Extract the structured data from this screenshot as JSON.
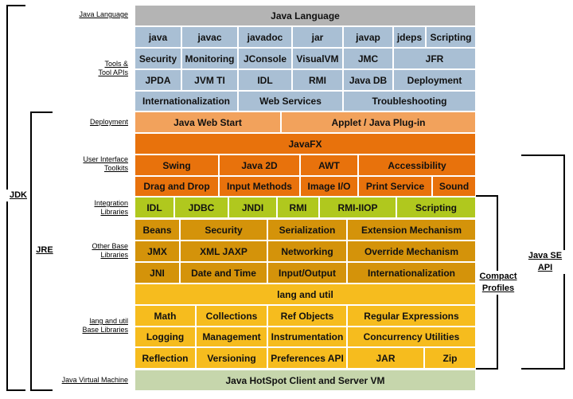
{
  "labels": {
    "java_language": "Java Language",
    "tools": [
      "Tools &",
      "Tool APIs"
    ],
    "deployment": "Deployment",
    "ui_toolkits": [
      "User Interface",
      "Toolkits"
    ],
    "integration": [
      "Integration",
      "Libraries"
    ],
    "other_base": [
      "Other Base",
      "Libraries"
    ],
    "lang_util_base": [
      "lang and util",
      "Base Libraries"
    ],
    "jvm": "Java Virtual Machine"
  },
  "brackets": {
    "jdk": "JDK",
    "jre": "JRE",
    "compact": [
      "Compact",
      "Profiles"
    ],
    "javase": [
      "Java SE",
      "API"
    ]
  },
  "rows": {
    "language": [
      "Java Language"
    ],
    "tools1": [
      "java",
      "javac",
      "javadoc",
      "jar",
      "javap",
      "jdeps",
      "Scripting"
    ],
    "tools2": [
      "Security",
      "Monitoring",
      "JConsole",
      "VisualVM",
      "JMC",
      "JFR"
    ],
    "tools3": [
      "JPDA",
      "JVM TI",
      "IDL",
      "RMI",
      "Java DB",
      "Deployment"
    ],
    "tools4": [
      "Internationalization",
      "Web Services",
      "Troubleshooting"
    ],
    "deploy": [
      "Java Web Start",
      "Applet / Java Plug-in"
    ],
    "javafx": [
      "JavaFX"
    ],
    "ui1": [
      "Swing",
      "Java 2D",
      "AWT",
      "Accessibility"
    ],
    "ui2": [
      "Drag and Drop",
      "Input Methods",
      "Image I/O",
      "Print Service",
      "Sound"
    ],
    "integ": [
      "IDL",
      "JDBC",
      "JNDI",
      "RMI",
      "RMI-IIOP",
      "Scripting"
    ],
    "other1": [
      "Beans",
      "Security",
      "Serialization",
      "Extension Mechanism"
    ],
    "other2": [
      "JMX",
      "XML JAXP",
      "Networking",
      "Override Mechanism"
    ],
    "other3": [
      "JNI",
      "Date and Time",
      "Input/Output",
      "Internationalization"
    ],
    "langutil": [
      "lang and util"
    ],
    "base1": [
      "Math",
      "Collections",
      "Ref Objects",
      "Regular Expressions"
    ],
    "base2": [
      "Logging",
      "Management",
      "Instrumentation",
      "Concurrency Utilities"
    ],
    "base3": [
      "Reflection",
      "Versioning",
      "Preferences API",
      "JAR",
      "Zip"
    ],
    "vm": [
      "Java HotSpot Client and Server VM"
    ]
  },
  "colors": {
    "language": "#b4b4b4",
    "tools": "#a9bfd4",
    "deployment": "#f2a25c",
    "ui": "#e8720c",
    "integration": "#b0c81e",
    "other_base": "#d4930a",
    "lang_util": "#f6bc1e",
    "jvm": "#c6d6ac"
  }
}
